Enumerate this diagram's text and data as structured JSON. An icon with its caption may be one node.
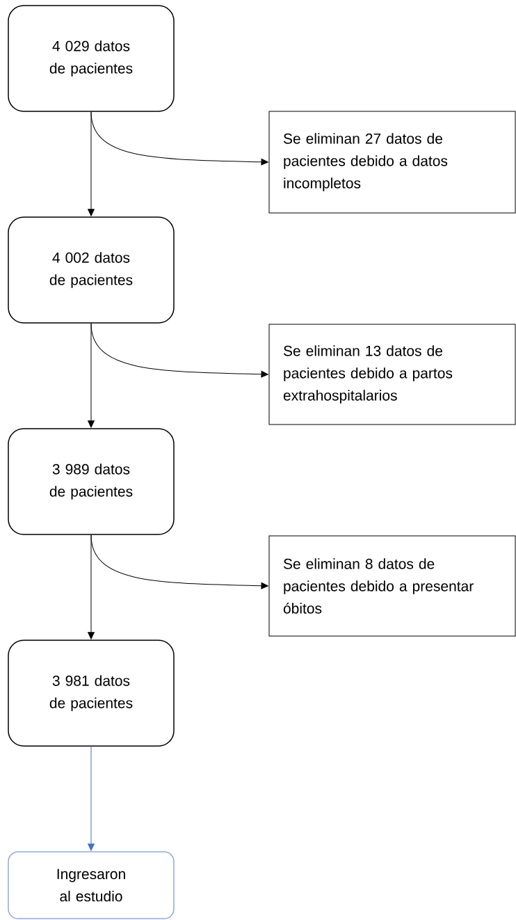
{
  "diagram": {
    "nodes": [
      {
        "text": [
          "4 029 datos de pacientes"
        ]
      },
      {
        "text": [
          "Se eliminan 27 datos de pacientes debido a datos incompletos"
        ]
      },
      {
        "text": [
          "4 002 datos de pacientes"
        ]
      },
      {
        "text": [
          "Se eliminan 13 datos de pacientes debido a partos extrahospitalarios"
        ]
      },
      {
        "text": [
          "3 989 datos de pacientes"
        ]
      },
      {
        "text": [
          "Se eliminan 8 datos de pacientes debido a presentar óbitos"
        ]
      },
      {
        "text": [
          "3 981 datos de pacientes"
        ]
      },
      {
        "text": [
          "Ingresaron al estudio"
        ]
      }
    ],
    "edges": [
      {
        "from": 0,
        "to": 2,
        "arrow": "to"
      },
      {
        "from": 0,
        "to": 1,
        "arrow": "to"
      },
      {
        "from": 2,
        "to": 4,
        "arrow": "to"
      },
      {
        "from": 2,
        "to": 3,
        "arrow": "to"
      },
      {
        "from": 4,
        "to": 6,
        "arrow": "to"
      },
      {
        "from": 4,
        "to": 5,
        "arrow": "to"
      },
      {
        "from": 6,
        "to": 7,
        "arrow": "to",
        "color": "#4472c4"
      }
    ]
  }
}
